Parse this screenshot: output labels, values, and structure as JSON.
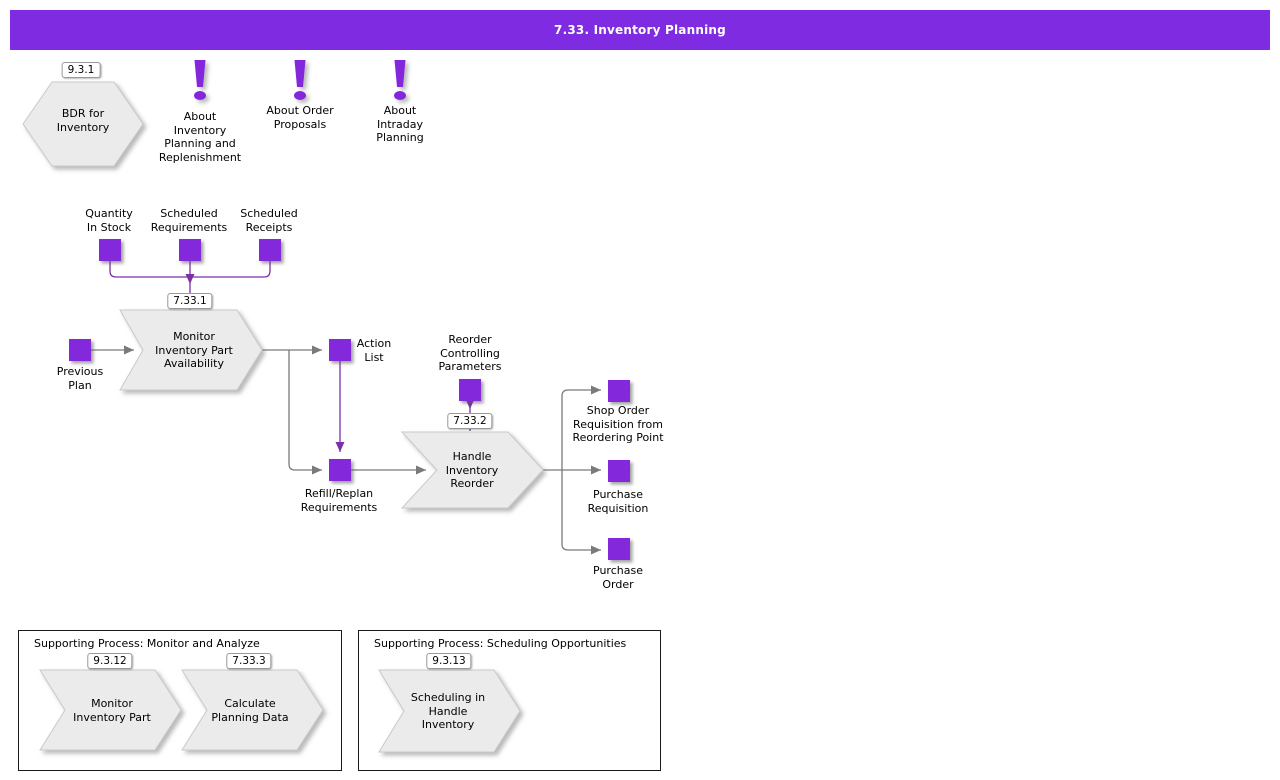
{
  "colors": {
    "header_bg": "#7E2BE2",
    "node_purple": "#8428DC",
    "connector_purple": "#7D2FA8",
    "connector_gray": "#7A7A7A",
    "shape_fill": "#EBEBEB",
    "shape_border": "#C9C9C9"
  },
  "header": {
    "title": "7.33. Inventory Planning"
  },
  "top": {
    "bdr": {
      "badge": "9.3.1",
      "label": "BDR for\nInventory"
    },
    "notes": [
      {
        "icon": "exclamation-icon",
        "label": "About\nInventory\nPlanning and\nReplenishment"
      },
      {
        "icon": "exclamation-icon",
        "label": "About Order\nProposals"
      },
      {
        "icon": "exclamation-icon",
        "label": "About\nIntraday\nPlanning"
      }
    ]
  },
  "flow": {
    "inputs": [
      {
        "label": "Quantity\nIn Stock"
      },
      {
        "label": "Scheduled\nRequirements"
      },
      {
        "label": "Scheduled\nReceipts"
      }
    ],
    "previous_plan": {
      "label": "Previous\nPlan"
    },
    "monitor": {
      "badge": "7.33.1",
      "label": "Monitor\nInventory Part\nAvailability"
    },
    "action_list": {
      "label": "Action\nList"
    },
    "refill": {
      "label": "Refill/Replan\nRequirements"
    },
    "reorder_params": {
      "label": "Reorder\nControlling\nParameters"
    },
    "handle": {
      "badge": "7.33.2",
      "label": "Handle\nInventory\nReorder"
    },
    "outputs": [
      {
        "label": "Shop Order\nRequisition from\nReordering Point"
      },
      {
        "label": "Purchase\nRequisition"
      },
      {
        "label": "Purchase\nOrder"
      }
    ]
  },
  "supporting": [
    {
      "title": "Supporting Process: Monitor and Analyze",
      "processes": [
        {
          "badge": "9.3.12",
          "label": "Monitor\nInventory Part"
        },
        {
          "badge": "7.33.3",
          "label": "Calculate\nPlanning Data"
        }
      ]
    },
    {
      "title": "Supporting Process: Scheduling Opportunities",
      "processes": [
        {
          "badge": "9.3.13",
          "label": "Scheduling in\nHandle\nInventory"
        }
      ]
    }
  ]
}
